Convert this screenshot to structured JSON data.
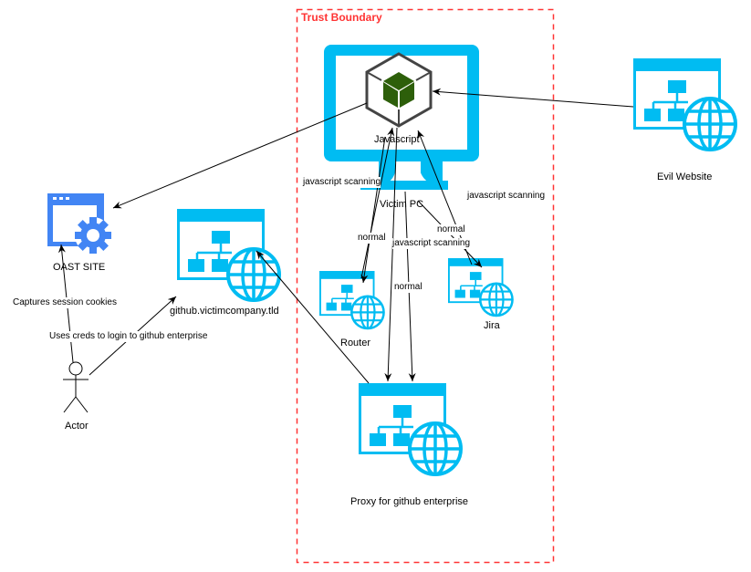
{
  "diagram": {
    "trust_boundary": {
      "label": "Trust Boundary",
      "color": "#ff3333"
    },
    "nodes": {
      "victim_pc": {
        "label": "Victim PC",
        "icon": "monitor-icon"
      },
      "javascript": {
        "label": "Javascript",
        "icon": "cube-icon"
      },
      "evil_website": {
        "label": "Evil Website",
        "icon": "website-globe-icon"
      },
      "oast_site": {
        "label": "OAST SITE",
        "icon": "browser-gear-icon"
      },
      "github": {
        "label": "github.victimcompany.tld",
        "icon": "website-globe-icon"
      },
      "router": {
        "label": "Router",
        "icon": "website-globe-icon"
      },
      "jira": {
        "label": "Jira",
        "icon": "website-globe-icon"
      },
      "proxy": {
        "label": "Proxy for github enterprise",
        "icon": "website-globe-icon"
      },
      "actor": {
        "label": "Actor",
        "icon": "stick-figure-icon"
      }
    },
    "edge_labels": {
      "js_scanning_router": "javascript scanning",
      "normal_router": "normal",
      "js_scanning_jira": "javascript scanning",
      "normal_jira": "normal",
      "js_scanning_proxy": "javascript scanning",
      "normal_proxy": "normal",
      "captures_cookies": "Captures session cookies",
      "uses_creds": "Uses creds to login to github enterprise"
    },
    "colors": {
      "azure": "#00bcf2",
      "google_blue": "#4285f4",
      "cube_green": "#2d5f0a",
      "boundary": "#ff3333"
    }
  }
}
